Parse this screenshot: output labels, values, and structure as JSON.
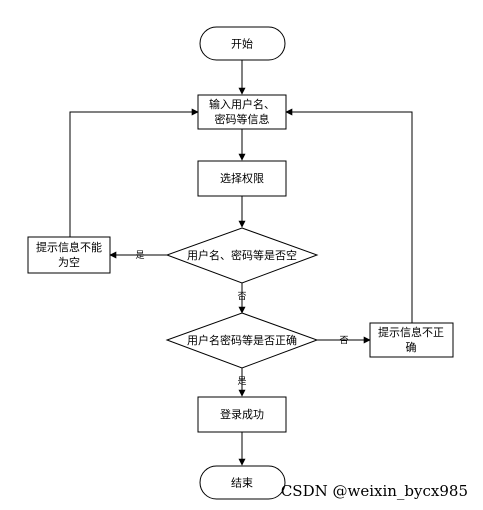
{
  "nodes": {
    "start": "开始",
    "input": [
      "输入用户名、",
      "密码等信息"
    ],
    "select": "选择权限",
    "check_empty": "用户名、密码等是否空",
    "check_correct": "用户名密码等是否正确",
    "msg_empty": [
      "提示信息不能",
      "为空"
    ],
    "msg_incorrect": [
      "提示信息不正",
      "确"
    ],
    "success": "登录成功",
    "end": "结束"
  },
  "edge_labels": {
    "empty_yes": "是",
    "empty_no": "否",
    "correct_no": "否",
    "correct_yes": "是"
  },
  "watermark": "CSDN @weixin_bycx985"
}
